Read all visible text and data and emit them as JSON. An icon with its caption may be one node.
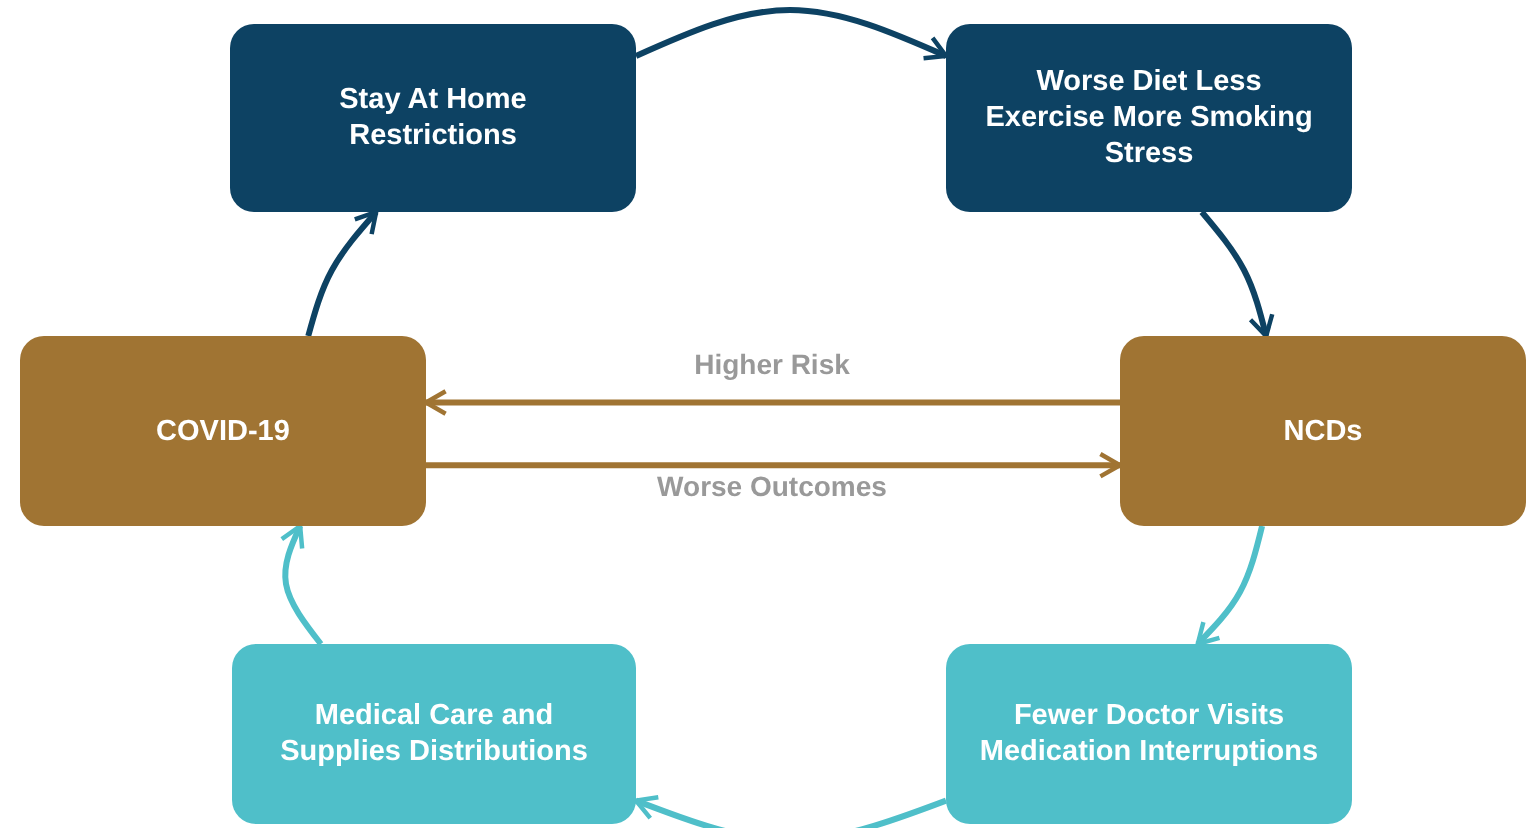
{
  "diagram": {
    "nodes": [
      {
        "text": [
          "Stay At Home Restrictions"
        ]
      },
      {
        "text": [
          "Worse Diet Less Exercise More Smoking Stress"
        ]
      },
      {
        "text": [
          "COVID-19"
        ]
      },
      {
        "text": [
          "NCDs"
        ]
      },
      {
        "text": [
          "Medical Care and Supplies Distributions"
        ]
      },
      {
        "text": [
          "Fewer Doctor Visits Medication Interruptions"
        ]
      }
    ],
    "edges": [
      {
        "from": 2,
        "to": 0,
        "arrow": "to"
      },
      {
        "from": 0,
        "to": 1,
        "arrow": "to"
      },
      {
        "from": 1,
        "to": 3,
        "arrow": "to"
      },
      {
        "from": 3,
        "to": 2,
        "arrow": "to",
        "label": "Higher Risk",
        "color": "#a07433"
      },
      {
        "from": 2,
        "to": 3,
        "arrow": "to",
        "label": "Worse Outcomes",
        "color": "#a07433"
      },
      {
        "from": 3,
        "to": 5,
        "arrow": "to",
        "color": "#4fbfc9"
      },
      {
        "from": 5,
        "to": 4,
        "arrow": "to",
        "color": "#4fbfc9"
      },
      {
        "from": 4,
        "to": 2,
        "arrow": "to",
        "color": "#4fbfc9"
      }
    ]
  }
}
